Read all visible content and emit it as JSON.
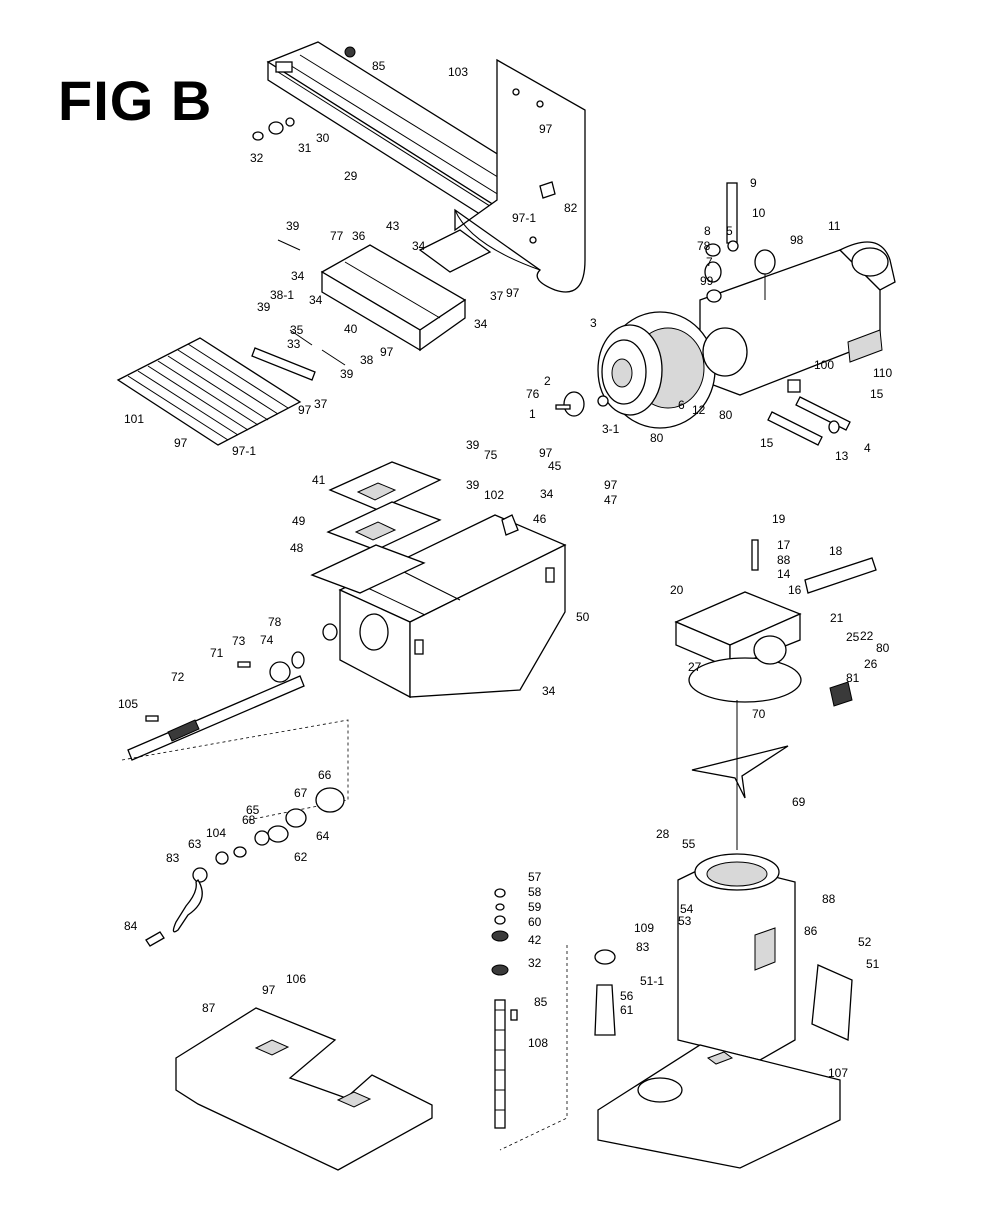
{
  "figure": {
    "title": "FIG B"
  },
  "callouts": [
    "85",
    "103",
    "97",
    "30",
    "31",
    "32",
    "29",
    "82",
    "97-1",
    "9",
    "10",
    "8",
    "5",
    "98",
    "11",
    "78",
    "7",
    "99",
    "39",
    "77",
    "43",
    "36",
    "34",
    "34",
    "37",
    "97",
    "38-1",
    "34",
    "39",
    "35",
    "40",
    "34",
    "33",
    "97",
    "39",
    "38",
    "101",
    "97",
    "37",
    "97",
    "97-1",
    "3",
    "2",
    "76",
    "1",
    "3-1",
    "6",
    "12",
    "80",
    "80",
    "100",
    "15",
    "15",
    "13",
    "4",
    "110",
    "39",
    "75",
    "97",
    "45",
    "41",
    "97",
    "39",
    "102",
    "34",
    "47",
    "46",
    "49",
    "48",
    "50",
    "78",
    "74",
    "73",
    "71",
    "72",
    "105",
    "34",
    "17",
    "88",
    "14",
    "19",
    "18",
    "16",
    "20",
    "21",
    "25",
    "26",
    "80",
    "22",
    "81",
    "27",
    "70",
    "69",
    "66",
    "67",
    "68",
    "65",
    "64",
    "104",
    "63",
    "62",
    "83",
    "84",
    "28",
    "55",
    "88",
    "57",
    "58",
    "59",
    "60",
    "42",
    "32",
    "54",
    "53",
    "109",
    "83",
    "86",
    "52",
    "51",
    "51-1",
    "56",
    "61",
    "85",
    "108",
    "107",
    "106",
    "97",
    "87"
  ]
}
